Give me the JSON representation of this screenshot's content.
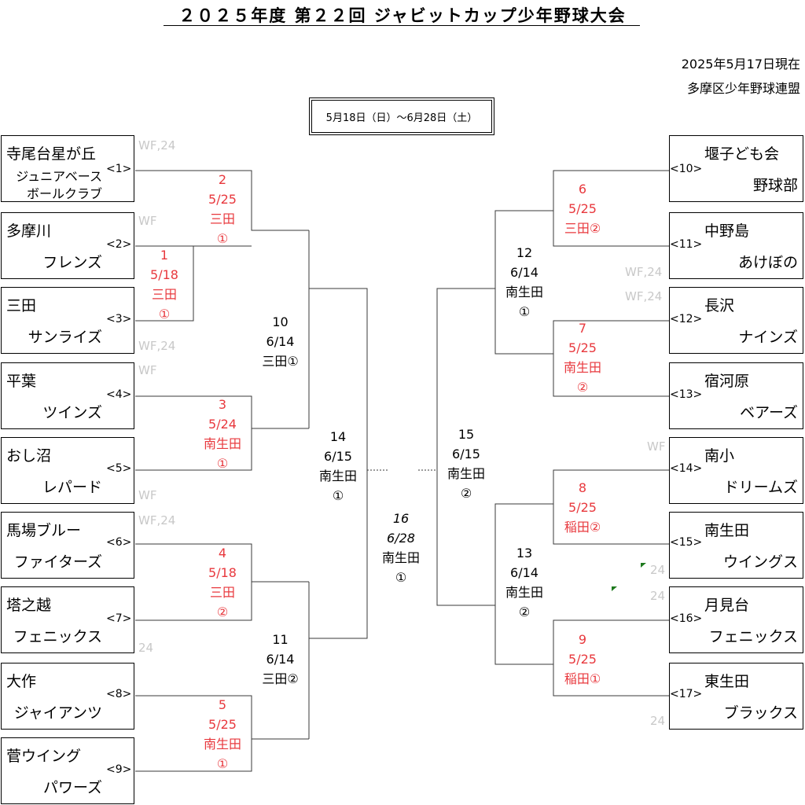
{
  "title": "２０２５年度 第２２回 ジャビットカップ少年野球大会",
  "as_of": "2025年5月17日現在",
  "organizer": "多摩区少年野球連盟",
  "period": "5月18日（日）～6月28日（土）",
  "teams_left": [
    {
      "seed": "<1>",
      "line1": "寺尾台星が丘",
      "line2a": "ジュニアベース",
      "line2b": "ボールクラブ"
    },
    {
      "seed": "<2>",
      "line1": "多摩川",
      "line2": "フレンズ"
    },
    {
      "seed": "<3>",
      "line1": "三田",
      "line2": "サンライズ"
    },
    {
      "seed": "<4>",
      "line1": "平葉",
      "line2": "ツインズ"
    },
    {
      "seed": "<5>",
      "line1": "おし沼",
      "line2": "レパード"
    },
    {
      "seed": "<6>",
      "line1": "馬場ブルー",
      "line2": "ファイターズ"
    },
    {
      "seed": "<7>",
      "line1": "塔之越",
      "line2": "フェニックス"
    },
    {
      "seed": "<8>",
      "line1": "大作",
      "line2": "ジャイアンツ"
    },
    {
      "seed": "<9>",
      "line1": "菅ウイング",
      "line2": "パワーズ"
    }
  ],
  "teams_right": [
    {
      "seed": "<10>",
      "line1": "堰子ども会",
      "line2": "野球部"
    },
    {
      "seed": "<11>",
      "line1": "中野島",
      "line2": "あけぼの"
    },
    {
      "seed": "<12>",
      "line1": "長沢",
      "line2": "ナインズ"
    },
    {
      "seed": "<13>",
      "line1": "宿河原",
      "line2": "ベアーズ"
    },
    {
      "seed": "<14>",
      "line1": "南小",
      "line2": "ドリームズ"
    },
    {
      "seed": "<15>",
      "line1": "南生田",
      "line2": "ウイングス"
    },
    {
      "seed": "<16>",
      "line1": "月見台",
      "line2": "フェニックス"
    },
    {
      "seed": "<17>",
      "line1": "東生田",
      "line2": "ブラックス"
    }
  ],
  "games": {
    "g1": [
      "1",
      "5/18",
      "三田",
      "①"
    ],
    "g2": [
      "2",
      "5/25",
      "三田",
      "①"
    ],
    "g3": [
      "3",
      "5/24",
      "南生田",
      "①"
    ],
    "g4": [
      "4",
      "5/18",
      "三田",
      "②"
    ],
    "g5": [
      "5",
      "5/25",
      "南生田",
      "①"
    ],
    "g6": [
      "6",
      "5/25",
      "三田②"
    ],
    "g7": [
      "7",
      "5/25",
      "南生田",
      "②"
    ],
    "g8": [
      "8",
      "5/25",
      "稲田②"
    ],
    "g9": [
      "9",
      "5/25",
      "稲田①"
    ],
    "g10": [
      "10",
      "6/14",
      "三田①"
    ],
    "g11": [
      "11",
      "6/14",
      "三田②"
    ],
    "g12": [
      "12",
      "6/14",
      "南生田",
      "①"
    ],
    "g13": [
      "13",
      "6/14",
      "南生田",
      "②"
    ],
    "g14": [
      "14",
      "6/15",
      "南生田",
      "①"
    ],
    "g15": [
      "15",
      "6/15",
      "南生田",
      "②"
    ],
    "g16": [
      "16",
      "6/28",
      "南生田",
      "①"
    ]
  },
  "annotations": {
    "wf24": "WF,24",
    "wf": "WF",
    "n24": "24"
  }
}
